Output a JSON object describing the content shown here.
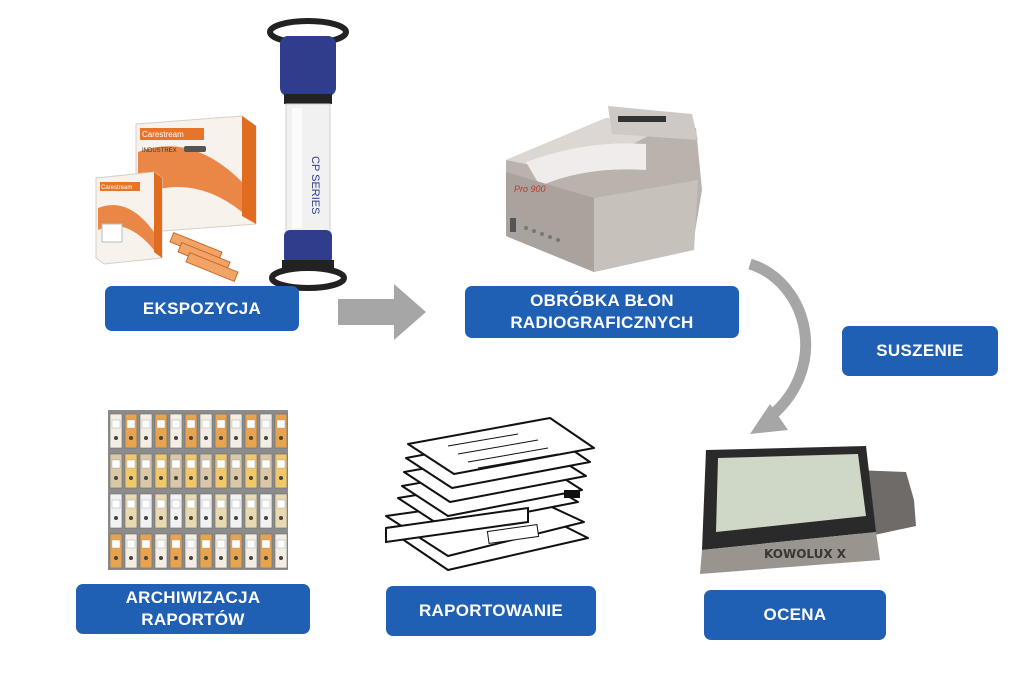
{
  "steps": {
    "exposure": "EKSPOZYCJA",
    "processing": "OBRÓBKA BŁON\nRADIOGRAFICZNYCH",
    "drying": "SUSZENIE",
    "evaluation": "OCENA",
    "reporting": "RAPORTOWANIE",
    "archiving": "ARCHIWIZACJA\nRAPORTÓW"
  },
  "product_text": {
    "film_box_brand": "Carestream",
    "film_box_line": "INDUSTREX",
    "xray_tube_series": "CP SERIES",
    "processor_model": "Pro 900",
    "viewer_brand": "KOWOLUX X"
  },
  "colors": {
    "label_background": "#1f5fb4",
    "label_text": "#ffffff",
    "arrow_gray": "#a6a6a6",
    "film_box_orange": "#e8742a",
    "tube_blue": "#2f3d8c"
  },
  "icons": [
    "film-box-icon",
    "xray-tube-icon",
    "film-processor-icon",
    "film-viewer-icon",
    "report-stack-icon",
    "archive-shelves-icon"
  ]
}
